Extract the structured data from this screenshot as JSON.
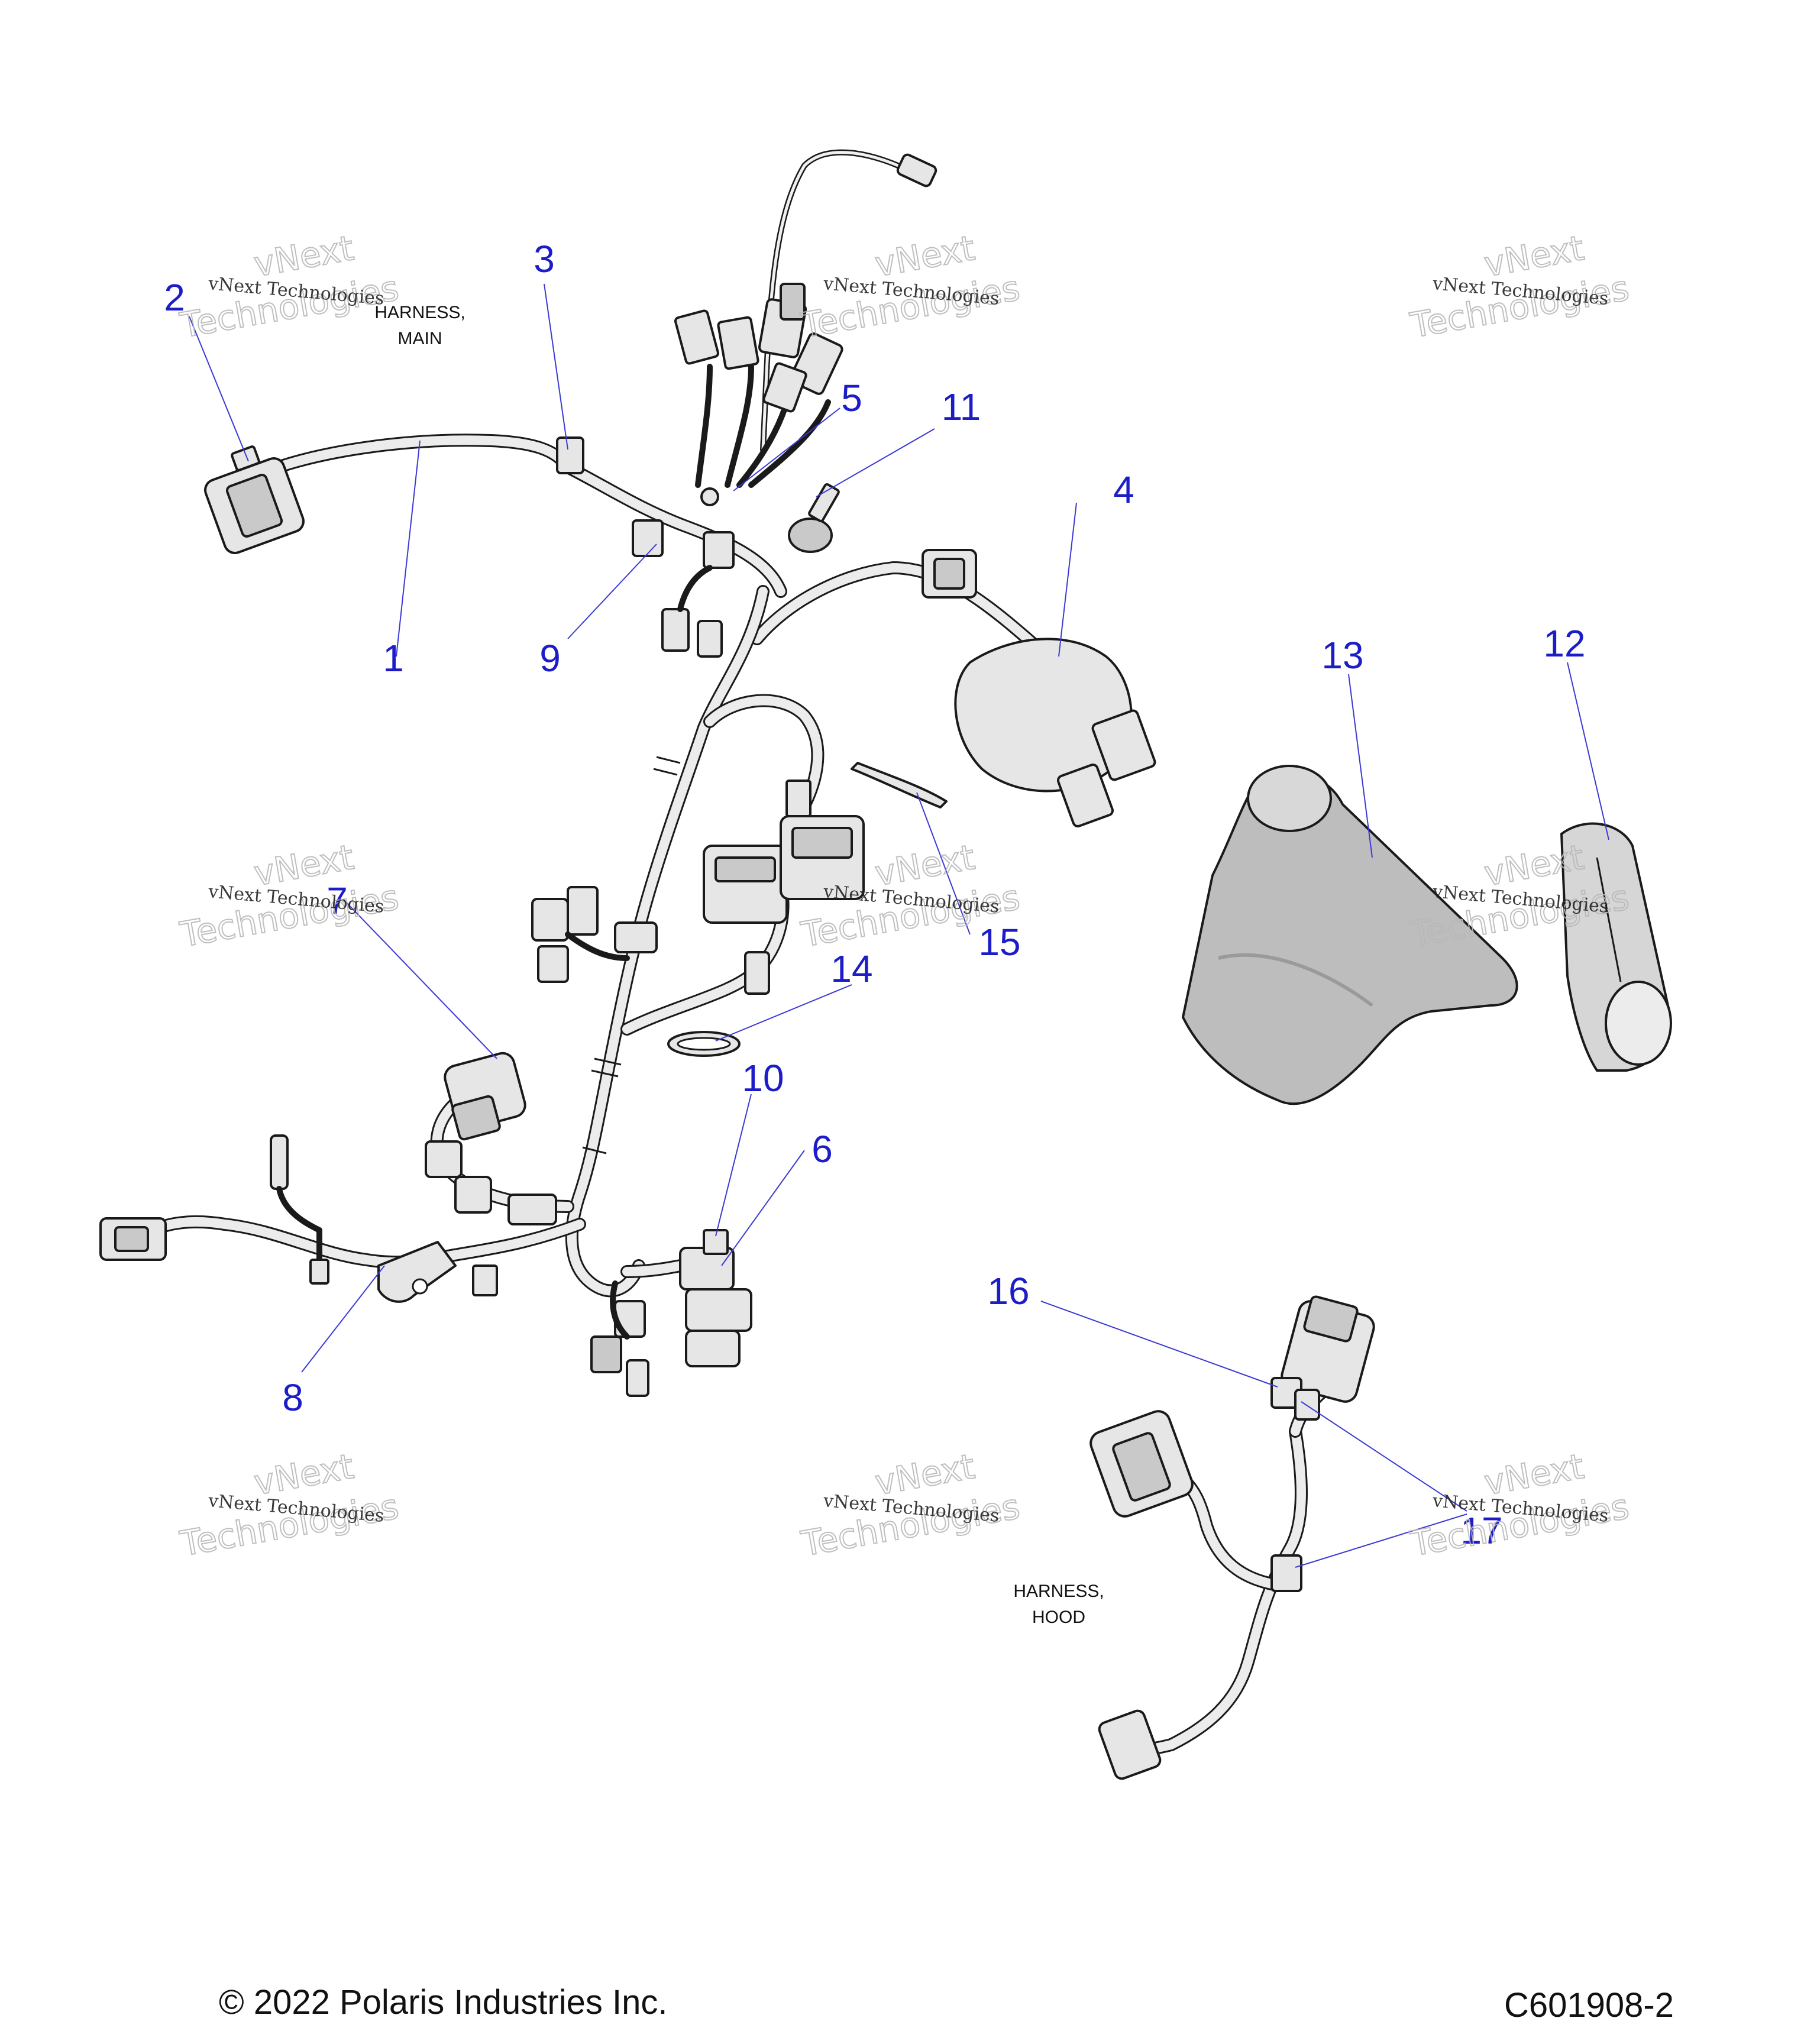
{
  "diagram": {
    "callouts": [
      {
        "id": "1",
        "label": "1"
      },
      {
        "id": "2",
        "label": "2"
      },
      {
        "id": "3",
        "label": "3"
      },
      {
        "id": "4",
        "label": "4"
      },
      {
        "id": "5",
        "label": "5"
      },
      {
        "id": "6",
        "label": "6"
      },
      {
        "id": "7",
        "label": "7"
      },
      {
        "id": "8",
        "label": "8"
      },
      {
        "id": "9",
        "label": "9"
      },
      {
        "id": "10",
        "label": "10"
      },
      {
        "id": "11",
        "label": "11"
      },
      {
        "id": "12",
        "label": "12"
      },
      {
        "id": "13",
        "label": "13"
      },
      {
        "id": "14",
        "label": "14"
      },
      {
        "id": "15",
        "label": "15"
      },
      {
        "id": "16",
        "label": "16"
      },
      {
        "id": "17",
        "label": "17"
      }
    ],
    "captions": {
      "main_line1": "HARNESS,",
      "main_line2": "MAIN",
      "hood_line1": "HARNESS,",
      "hood_line2": "HOOD"
    },
    "watermark": {
      "text": "vNext Technologies",
      "word1": "vNext",
      "word2": "Technologies"
    }
  },
  "footer": {
    "copyright": "© 2022 Polaris Industries Inc.",
    "figure_id": "C601908-2"
  },
  "colors": {
    "callout": "#1d1dc8",
    "line": "#1a1a1a",
    "part_fill": "#e6e6e6",
    "boot_fill": "#bdbdbd"
  }
}
